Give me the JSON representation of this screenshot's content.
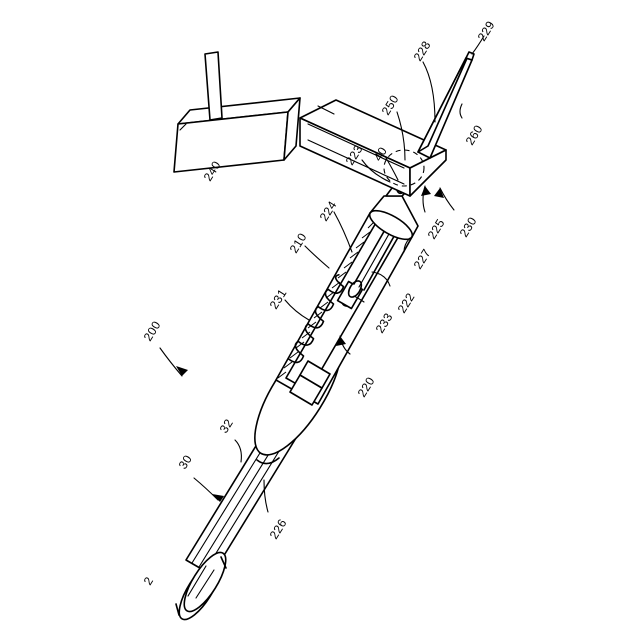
{
  "figure": {
    "labels": {
      "assembly": "200",
      "l30": "30",
      "l32": "32",
      "l226": "226",
      "l210": "210",
      "l231": "231",
      "l224": "224",
      "l223": "223",
      "l40": "40",
      "l250": "250",
      "l228": "228",
      "l229": "229",
      "l260": "260",
      "l240": "240",
      "l225": "225",
      "l230": "230",
      "l227": "227",
      "l222": "222",
      "l233": "233",
      "l220": "220",
      "l2": "2"
    }
  }
}
